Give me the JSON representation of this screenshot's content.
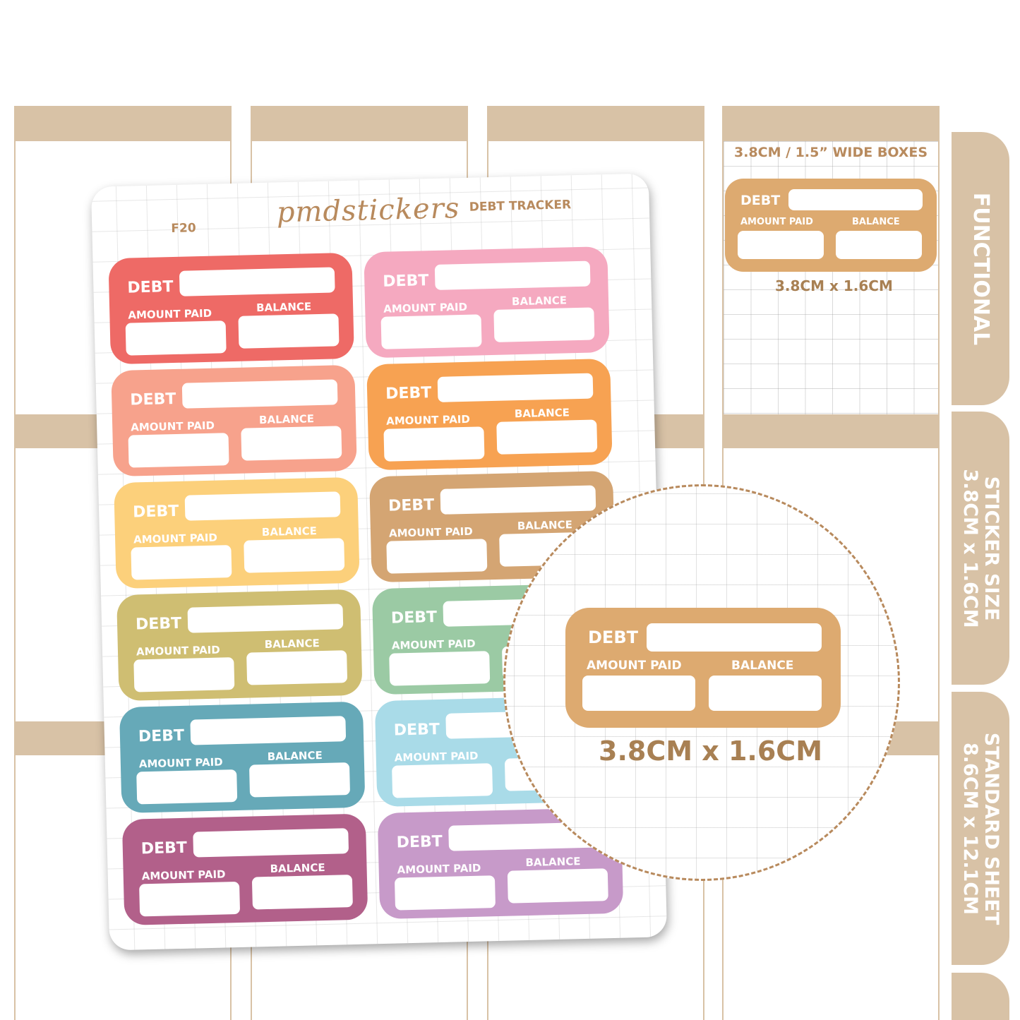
{
  "header": {
    "code": "F20",
    "brand": "pmdstickers",
    "title": "DEBT TRACKER"
  },
  "sticker_labels": {
    "debt": "DEBT",
    "amount_paid": "AMOUNT PAID",
    "balance": "BALANCE"
  },
  "colors": {
    "frame": "#d8c2a6",
    "accent": "#b88a5d",
    "sample": "#ddaa70",
    "left_column": [
      "#ee6a66",
      "#f7a28c",
      "#fcd07b",
      "#cfbe72",
      "#66a9b8",
      "#b2608a"
    ],
    "right_column": [
      "#f5a9c0",
      "#f7a252",
      "#d4a573",
      "#9bcaa4",
      "#a9dbe8",
      "#c79ac9"
    ]
  },
  "planner": {
    "wide_boxes_label": "3.8CM / 1.5” WIDE BOXES",
    "sample_size": "3.8CM x 1.6CM"
  },
  "zoom": {
    "size": "3.8CM x 1.6CM"
  },
  "tabs": [
    {
      "lines": [
        "FUNCTIONAL"
      ]
    },
    {
      "lines": [
        "STICKER SIZE",
        "3.8CM x 1.6CM"
      ]
    },
    {
      "lines": [
        "STANDARD SHEET",
        "8.6CM x 12.1CM"
      ]
    }
  ]
}
